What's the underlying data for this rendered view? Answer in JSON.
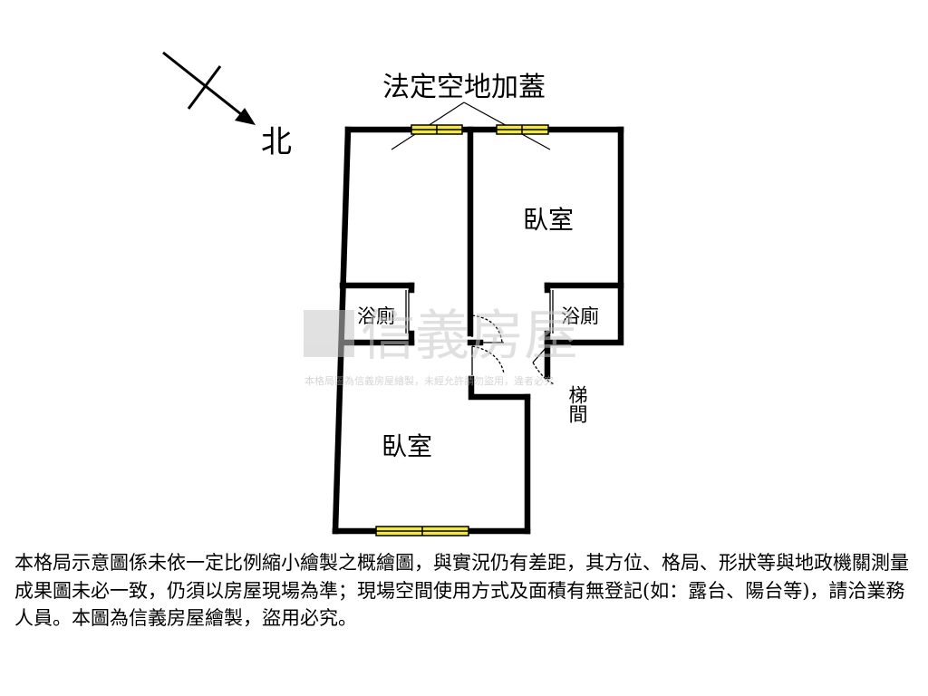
{
  "labels": {
    "north": "北",
    "legal_open_space_addition": "法定空地加蓋",
    "bedroom_upper": "臥室",
    "bedroom_lower": "臥室",
    "bathroom_left": "浴廁",
    "bathroom_right": "浴廁",
    "stairwell": "梯間"
  },
  "watermark": {
    "brand": "信義房屋",
    "notice": "本格局圖為信義房屋繪製，未經允許請勿盜用，違者必究"
  },
  "disclaimer": "本格局示意圖係未依一定比例縮小繪製之概繪圖，與實況仍有差距，其方位、格局、形狀等與地政機關測量成果圖未必一致，仍須以房屋現場為準；現場空間使用方式及面積有無登記(如：露台、陽台等)，請洽業務人員。本圖為信義房屋繪製，盜用必究。",
  "colors": {
    "wall": "#000000",
    "window_fill": "#f2e840",
    "watermark": "#c8c8c8"
  }
}
